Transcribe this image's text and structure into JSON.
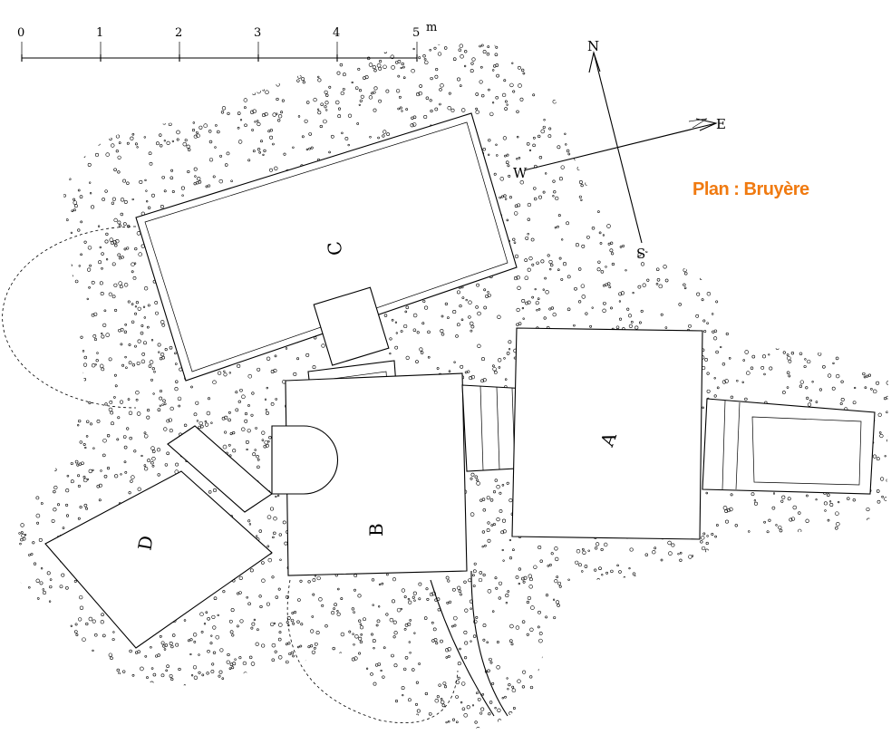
{
  "plan": {
    "title": "Plan : Bruyère",
    "title_color": "#f07a10",
    "scale": {
      "ticks": [
        "0",
        "1",
        "2",
        "3",
        "4",
        "5"
      ],
      "unit": "m"
    },
    "compass": {
      "north": "N",
      "south": "S",
      "east": "E",
      "west": "W"
    },
    "rooms": {
      "A": "A",
      "B": "B",
      "C": "C",
      "D": "D"
    }
  }
}
